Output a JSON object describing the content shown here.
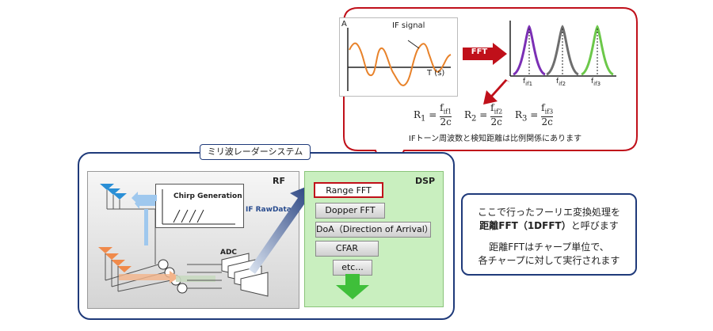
{
  "system": {
    "title": "ミリ波レーダーシステム",
    "rf_label": "RF",
    "dsp_label": "DSP",
    "chirp_label": "Chirp Generation",
    "if_rawdata": "IF RawData",
    "adc_label": "ADC"
  },
  "dsp_steps": [
    "Range FFT",
    "Dopper FFT",
    "DoA（Direction of Arrival）",
    "CFAR",
    "etc..."
  ],
  "bubble": {
    "y_axis": "A",
    "x_axis": "T (s)",
    "if_signal": "IF signal",
    "fft_label": "FFT",
    "peaks": [
      "fᵢf₁",
      "fᵢf₂",
      "fᵢf₃"
    ],
    "peak_labels": [
      {
        "main": "f",
        "sub": "if1"
      },
      {
        "main": "f",
        "sub": "if2"
      },
      {
        "main": "f",
        "sub": "if3"
      }
    ],
    "formulas": [
      {
        "lhs": "R",
        "lhs_sub": "1",
        "num": "f",
        "num_sub": "if1",
        "den": "2c"
      },
      {
        "lhs": "R",
        "lhs_sub": "2",
        "num": "f",
        "num_sub": "if2",
        "den": "2c"
      },
      {
        "lhs": "R",
        "lhs_sub": "3",
        "num": "f",
        "num_sub": "if3",
        "den": "2c"
      }
    ],
    "caption": "IFトーン周波数と検知距離は比例関係にあります"
  },
  "note": {
    "line1": "ここで行ったフーリエ変換処理を",
    "line2_bold": "距離FFT（1DFFT）",
    "line2_rest": "と呼びます",
    "line3": "距離FFTはチャープ単位で、",
    "line4": "各チャープに対して実行されます"
  },
  "colors": {
    "bubble_border": "#c0101a",
    "frame_border": "#1f3a7a",
    "dsp_bg": "#c9efbf",
    "peak1": "#7b2fb5",
    "peak2": "#6e6e6e",
    "peak3": "#6cc84a",
    "signal": "#e8822a",
    "arrow_red": "#c0101a"
  }
}
